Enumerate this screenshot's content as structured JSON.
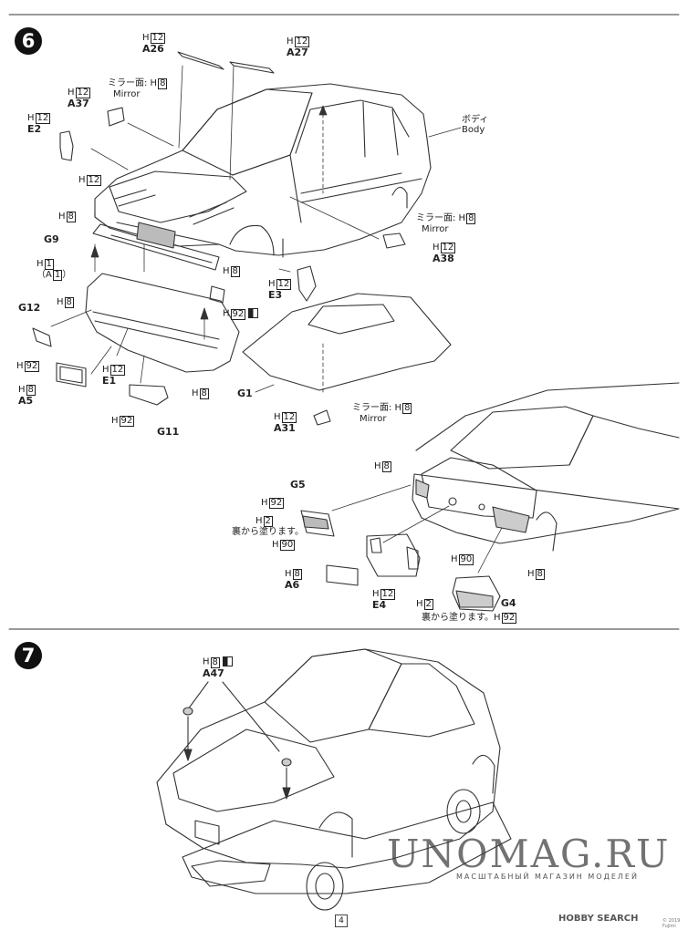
{
  "steps": {
    "six": "6",
    "seven": "7"
  },
  "labels": {
    "a26": {
      "paint": "H",
      "num": "12",
      "code": "A26"
    },
    "a27": {
      "paint": "H",
      "num": "12",
      "code": "A27"
    },
    "mirror_top": {
      "jp": "ミラー面: H",
      "num": "8",
      "en": "Mirror"
    },
    "a37": {
      "paint": "H",
      "num": "12",
      "code": "A37"
    },
    "body": {
      "jp": "ボディ",
      "en": "Body"
    },
    "e2": {
      "paint": "H",
      "num": "12",
      "code": "E2"
    },
    "h12_front": {
      "paint": "H",
      "num": "12"
    },
    "h8_left": {
      "paint": "H",
      "num": "8"
    },
    "g9": {
      "code": "G9"
    },
    "h8_g9": {
      "paint": "H",
      "num": "8"
    },
    "mirror_right": {
      "jp": "ミラー面: H",
      "num": "8",
      "en": "Mirror"
    },
    "a38": {
      "paint": "H",
      "num": "12",
      "code": "A38"
    },
    "h1": {
      "paint": "H",
      "num": "1",
      "alt_open": "（A",
      "alt_num": "1",
      "alt_close": "）"
    },
    "e3": {
      "paint": "H",
      "num": "12",
      "code": "E3"
    },
    "h8_bumper": {
      "paint": "H",
      "num": "8"
    },
    "h92_mark": {
      "paint": "H",
      "num": "92"
    },
    "g12": {
      "code": "G12"
    },
    "h92_g12": {
      "paint": "H",
      "num": "92"
    },
    "a5": {
      "paint": "H",
      "num": "8",
      "code": "A5"
    },
    "e1": {
      "paint": "H",
      "num": "12",
      "code": "E1"
    },
    "h8_e1": {
      "paint": "H",
      "num": "8"
    },
    "g11": {
      "paint": "H",
      "num": "92",
      "code": "G11"
    },
    "g1": {
      "code": "G1"
    },
    "a31": {
      "paint": "H",
      "num": "12",
      "code": "A31"
    },
    "mirror_a31": {
      "jp": "ミラー面: H",
      "num": "8",
      "en": "Mirror"
    },
    "h8_rear": {
      "paint": "H",
      "num": "8"
    },
    "g5": {
      "code": "G5"
    },
    "h92_g5": {
      "paint": "H",
      "num": "92"
    },
    "h2_g5": {
      "paint": "H",
      "num": "2"
    },
    "back_g5": {
      "jp": "裏から塗ります。"
    },
    "h90_g5": {
      "paint": "H",
      "num": "90"
    },
    "a6": {
      "paint": "H",
      "num": "8",
      "code": "A6"
    },
    "e4": {
      "paint": "H",
      "num": "12",
      "code": "E4"
    },
    "h90_g4": {
      "paint": "H",
      "num": "90"
    },
    "h8_rearbumper": {
      "paint": "H",
      "num": "8"
    },
    "g4": {
      "paint": "H",
      "num": "2",
      "code": "G4"
    },
    "back_g4": {
      "jp": "裏から塗ります。H",
      "num": "92"
    },
    "a47": {
      "paint": "H",
      "num": "8",
      "code": "A47"
    }
  },
  "watermark": {
    "title": "UNOMAG.RU",
    "subtitle": "МАСШТАБНЫЙ МАГАЗИН МОДЕЛЕЙ"
  },
  "footer": {
    "page": "4",
    "brand": "HOBBY SEARCH",
    "rights": "© 2019 Fujimi"
  }
}
